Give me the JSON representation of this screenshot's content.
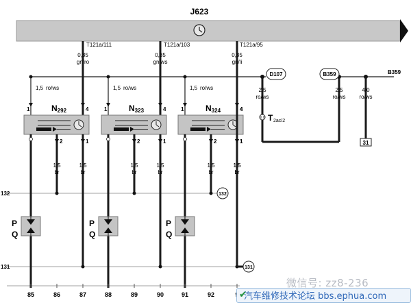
{
  "diagram": {
    "module_title": "J623",
    "module_symbol": "clock-icon",
    "pins": [
      {
        "pin": "T121a/111",
        "wire": "0,35",
        "color": "gn/ro"
      },
      {
        "pin": "T121a/103",
        "wire": "0,35",
        "color": "gn/ws"
      },
      {
        "pin": "T121a/95",
        "wire": "0,35",
        "color": "gn/li"
      }
    ],
    "coils": [
      {
        "name": "N292",
        "wire_in": "1,5",
        "color_in": "ro/ws",
        "pin_in": "1",
        "pin_ctrl": "4",
        "pin_out": "2",
        "pin_gnd": "1",
        "wire_out": "1,5",
        "color_out": "br",
        "wire_gnd": "1,5",
        "color_gnd": "br"
      },
      {
        "name": "N323",
        "wire_in": "1,5",
        "color_in": "ro/ws",
        "pin_in": "1",
        "pin_ctrl": "4",
        "pin_out": "2",
        "pin_gnd": "1",
        "wire_out": "1,5",
        "color_out": "br",
        "wire_gnd": "1,5",
        "color_gnd": "br"
      },
      {
        "name": "N324",
        "wire_in": "1,5",
        "color_in": "ro/ws",
        "pin_in": "1",
        "pin_ctrl": "4",
        "pin_out": "2",
        "pin_gnd": "1",
        "wire_out": "1,5",
        "color_out": "br",
        "wire_gnd": "1,5",
        "color_gnd": "br"
      }
    ],
    "coil_name_prefix": "N",
    "coil_subscripts": [
      "292",
      "323",
      "324"
    ],
    "spark_plug_labels": [
      "P",
      "Q"
    ],
    "connectors": {
      "d107": "D107",
      "b359_node": "B359",
      "b359_right": "B359",
      "t2ac_main": "T",
      "t2ac_sub": "2ac/2",
      "ground_box": "31"
    },
    "right_wires": [
      {
        "wire": "2,5",
        "color": "ro/ws"
      },
      {
        "wire": "2,5",
        "color": "ro/ws"
      },
      {
        "wire": "4,0",
        "color": "ro/ws"
      }
    ],
    "bus_labels": {
      "left_132": "132",
      "right_132": "132",
      "left_131": "131",
      "right_131": "131"
    },
    "bottom_numbers": [
      "85",
      "86",
      "87",
      "88",
      "89",
      "90",
      "91",
      "92",
      "9"
    ],
    "watermark": {
      "line1": "微信号: zz8-236",
      "line2": "汽车维修技术论坛 bbs.ephua.com"
    },
    "colors": {
      "module_bar": "#c8c8c8",
      "coil_box": "#c4c4c4",
      "wire": "#1a1a1a",
      "grid_line": "#a0a0a0"
    }
  }
}
